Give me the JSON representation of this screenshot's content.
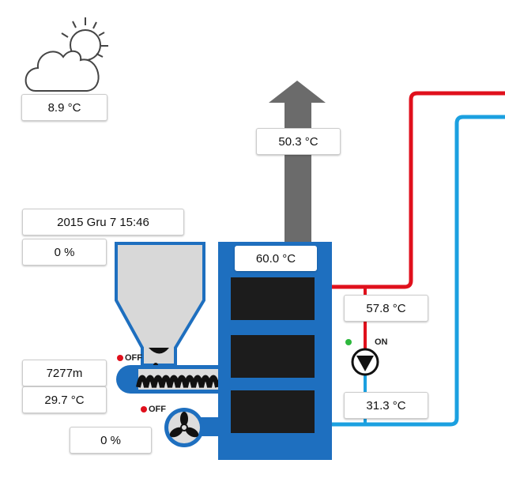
{
  "weather": {
    "icon": "partly-cloudy-icon",
    "outdoor_temp": "8.9 °C"
  },
  "chimney": {
    "flue_temp": "50.3 °C"
  },
  "datetime": "2015 Gru 7 15:46",
  "fuel_level": "0 %",
  "feeder": {
    "state": "OFF",
    "distance": "7277m",
    "temp": "29.7 °C"
  },
  "fan": {
    "state": "OFF",
    "power": "0 %"
  },
  "boiler": {
    "temp": "60.0 °C"
  },
  "circuit": {
    "supply_temp": "57.8 °C",
    "return_temp": "31.3 °C",
    "pump_state": "ON"
  },
  "colors": {
    "boiler": "#1e6fbf",
    "supply": "#e0101c",
    "return": "#1ba0e0",
    "status_on": "#2db83d",
    "status_off": "#e0101c"
  }
}
